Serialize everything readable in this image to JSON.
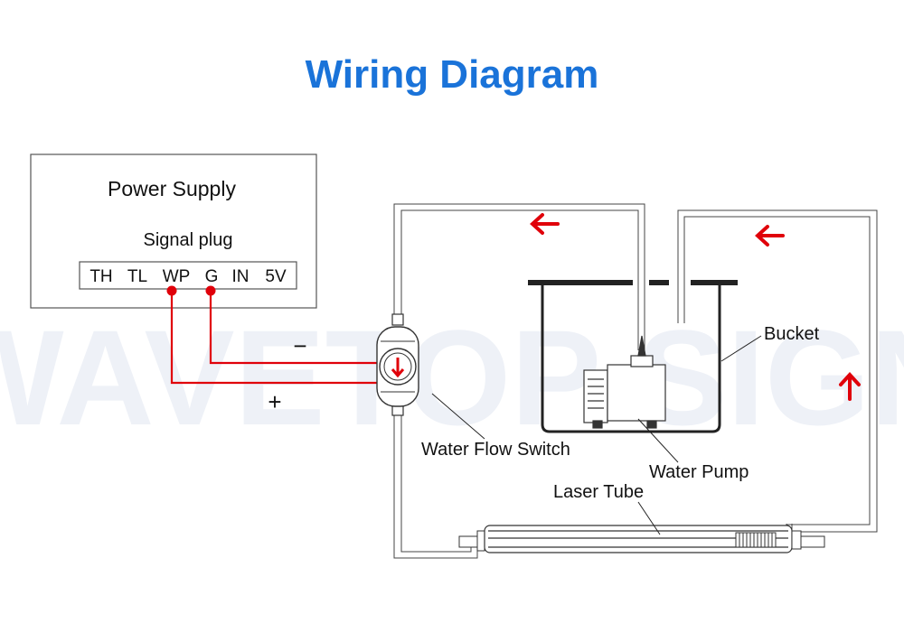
{
  "title": "Wiring Diagram",
  "watermark": "WAVETOP SIGN",
  "power_supply": {
    "title": "Power Supply",
    "signal_plug_label": "Signal plug",
    "pins": [
      "TH",
      "TL",
      "WP",
      "G",
      "IN",
      "5V"
    ]
  },
  "polarity": {
    "negative": "−",
    "positive": "+"
  },
  "labels": {
    "water_flow_switch": "Water Flow Switch",
    "bucket": "Bucket",
    "water_pump": "Water Pump",
    "laser_tube": "Laser Tube"
  },
  "colors": {
    "title": "#1a73d9",
    "wire": "#e0000a",
    "arrow": "#e0000a",
    "outline": "#333333",
    "watermark": "#eef1f7"
  },
  "icons": [
    "flow-arrow-left-icon",
    "flow-arrow-up-icon",
    "flow-switch-down-arrow-icon"
  ]
}
